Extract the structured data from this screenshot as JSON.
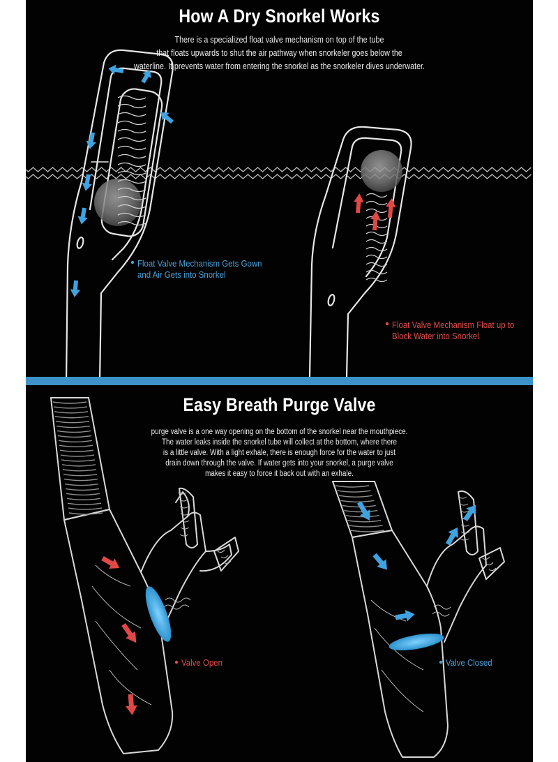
{
  "dry_section": {
    "title": "How A Dry Snorkel Works",
    "description": [
      "There is a specialized float valve mechanism on top of the tube",
      "that floats upwards to shut the air pathway when snorkeler goes below the",
      "waterline.  It prevents water from entering the snorkel as the snorkeler dives underwater."
    ],
    "label_down": [
      "Float Valve Mechanism Gets Gown",
      "and Air Gets into Snorkel"
    ],
    "label_up": [
      "Float Valve Mechanism Float up to",
      "Block Water into Snorkel"
    ]
  },
  "purge_section": {
    "title": "Easy Breath Purge Valve",
    "description": [
      "purge valve is a one way opening on the bottom of the snorkel near the mouthpiece.",
      "The water leaks inside the snorkel tube will collect at the bottom, where there",
      "is a little valve. With a light exhale, there is enough force for the water to just",
      "drain down through the valve. If water gets into your snorkel, a purge valve",
      "makes it easy to force it back out with an exhale."
    ],
    "label_open": "Valve Open",
    "label_closed": "Valve Closed"
  },
  "colors": {
    "background": "#020202",
    "accent_blue": "#3d93c9",
    "label_blue": "#4b9fd6",
    "label_red": "#e04a4a"
  }
}
